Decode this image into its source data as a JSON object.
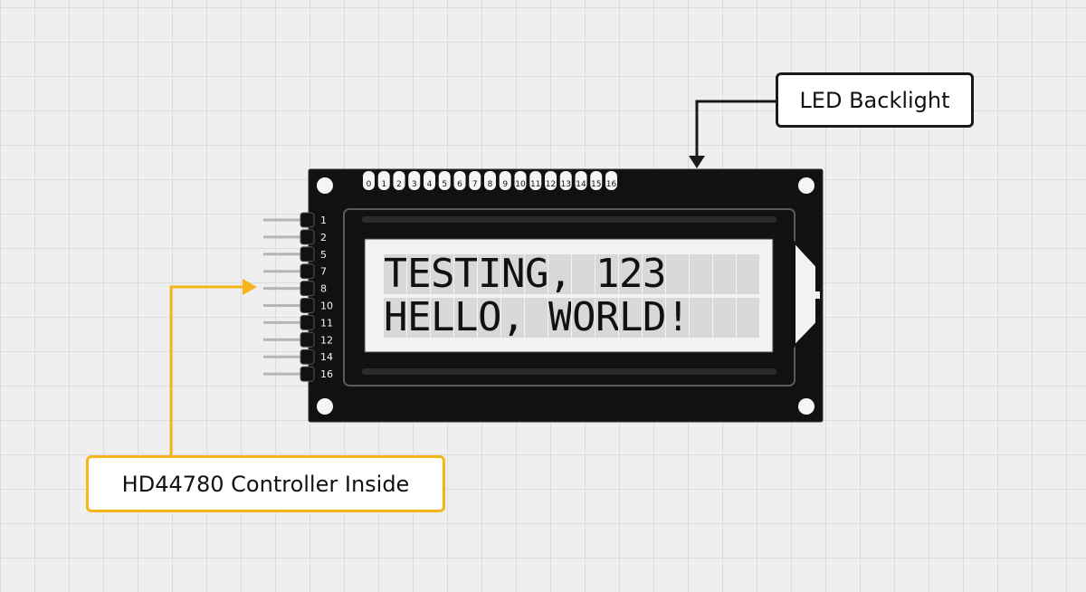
{
  "callouts": {
    "backlight": "LED Backlight",
    "controller": "HD44780 Controller Inside"
  },
  "display": {
    "line1": "TESTING, 123",
    "line2": "HELLO, WORLD!"
  },
  "top_header_pins": [
    "0",
    "1",
    "2",
    "3",
    "4",
    "5",
    "6",
    "7",
    "8",
    "9",
    "10",
    "11",
    "12",
    "13",
    "14",
    "15",
    "16"
  ],
  "side_header_pins": [
    "1",
    "2",
    "5",
    "7",
    "8",
    "10",
    "11",
    "12",
    "14",
    "16"
  ],
  "colors": {
    "board": "#111111",
    "screen": "#f2f2f2",
    "cell": "#d8d8d8",
    "controller_arrow": "#f5b41a",
    "backlight_arrow": "#1a1a1a"
  }
}
